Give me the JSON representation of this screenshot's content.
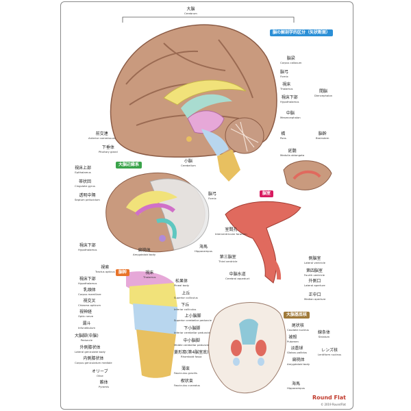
{
  "title_badge": {
    "jp": "脳の解剖学的区分（矢状断面）",
    "color": "#2b8fd6"
  },
  "sections": {
    "limbic": {
      "jp": "大脳辺縁系",
      "color": "#3aa34a"
    },
    "ventricle": {
      "jp": "脳室",
      "color": "#d81b60"
    },
    "brainstem": {
      "jp": "脳幹",
      "color": "#e8732a"
    },
    "basal": {
      "jp": "大脳基底核",
      "color": "#a07a3a"
    }
  },
  "labels": {
    "cerebrum": {
      "jp": "大脳",
      "en": "Cerebrum"
    },
    "corpus_callosum": {
      "jp": "脳梁",
      "en": "Corpus callosum"
    },
    "fornix": {
      "jp": "脳弓",
      "en": "Fornix"
    },
    "thalamus": {
      "jp": "視床",
      "en": "Thalamus"
    },
    "hypothalamus": {
      "jp": "視床下部",
      "en": "Hypothalamus"
    },
    "diencephalon": {
      "jp": "間脳",
      "en": "Diencephalon"
    },
    "mesencephalon": {
      "jp": "中脳",
      "en": "Mesencephalon"
    },
    "pons": {
      "jp": "橋",
      "en": "Pons"
    },
    "brainstem_lbl": {
      "jp": "脳幹",
      "en": "Brainstem"
    },
    "medulla": {
      "jp": "延髄",
      "en": "Medulla oblongata"
    },
    "anterior_commissure": {
      "jp": "前交連",
      "en": "Anterior commissure"
    },
    "pituitary": {
      "jp": "下垂体",
      "en": "Pituitary gland"
    },
    "cerebellum": {
      "jp": "小脳",
      "en": "Cerebellum"
    },
    "epithalamus": {
      "jp": "視床上部",
      "en": "Epithalamus"
    },
    "cingulate": {
      "jp": "帯状回",
      "en": "Cingulate gyrus"
    },
    "septum": {
      "jp": "透明中隔",
      "en": "Septum pellucidum"
    },
    "fornix2": {
      "jp": "脳弓",
      "en": "Fornix"
    },
    "hypothalamus2": {
      "jp": "視床下部",
      "en": "Hypothalamus"
    },
    "amygdala": {
      "jp": "扁桃体",
      "en": "Amygdaloid body"
    },
    "hippocampus": {
      "jp": "海馬",
      "en": "Hippocampus"
    },
    "interventricular": {
      "jp": "室間孔",
      "en": "Interventricular foramen"
    },
    "third_ventricle": {
      "jp": "第三脳室",
      "en": "Third ventricle"
    },
    "cerebral_aqueduct": {
      "jp": "中脳水道",
      "en": "Cerebral aqueduct"
    },
    "lateral_ventricle": {
      "jp": "側脳室",
      "en": "Lateral ventricle"
    },
    "fourth_ventricle": {
      "jp": "第四脳室",
      "en": "Fourth ventricle"
    },
    "lateral_aperture": {
      "jp": "外側口",
      "en": "Lateral aperture"
    },
    "median_aperture": {
      "jp": "正中口",
      "en": "Median aperture"
    },
    "optic_tract": {
      "jp": "視索",
      "en": "Tractus opticus"
    },
    "hypothalamus3": {
      "jp": "視床下部",
      "en": "Hypothalamus"
    },
    "mammillary": {
      "jp": "乳頭体",
      "en": "Corpus mamillare"
    },
    "chiasma": {
      "jp": "視交叉",
      "en": "Chiasma opticum"
    },
    "optic_nerve": {
      "jp": "視神経",
      "en": "Optic nerve"
    },
    "infundibulum": {
      "jp": "漏斗",
      "en": "Infundibulum"
    },
    "peduncle": {
      "jp": "大脳脚(中脳)",
      "en": "Peduncle"
    },
    "lateral_geniculate": {
      "jp": "外側膝状体",
      "en": "Lateral geniculate body"
    },
    "medial_geniculate": {
      "jp": "内側膝状体",
      "en": "Corpus geniculatum mediale"
    },
    "olive": {
      "jp": "オリーブ",
      "en": "Olive"
    },
    "pyramis": {
      "jp": "錐体",
      "en": "Pyramis"
    },
    "thalamus3": {
      "jp": "視床",
      "en": "Thalamus"
    },
    "pineal": {
      "jp": "松果体",
      "en": "Pineal body"
    },
    "sup_colliculus": {
      "jp": "上丘",
      "en": "Superior colliculus"
    },
    "inf_colliculus": {
      "jp": "下丘",
      "en": "Inferior colliculus"
    },
    "sup_peduncle": {
      "jp": "上小脳脚",
      "en": "Superior cerebellar peduncle"
    },
    "inf_peduncle": {
      "jp": "下小脳脚",
      "en": "Inferior cerebellar peduncle"
    },
    "mid_peduncle": {
      "jp": "中小脳脚",
      "en": "Middle cerebellar peduncle"
    },
    "rhomboid": {
      "jp": "菱形窩(第4脳室底)",
      "en": "Rhomboid fossa"
    },
    "gracilis": {
      "jp": "薄束",
      "en": "Fasciculus gracilis"
    },
    "cuneatus": {
      "jp": "楔状束",
      "en": "Fasciculus cuneatus"
    },
    "caudate": {
      "jp": "尾状核",
      "en": "Caudate nucleus"
    },
    "striatum": {
      "jp": "線条体",
      "en": "Striatum"
    },
    "putamen": {
      "jp": "被殻",
      "en": "Putamen"
    },
    "globus": {
      "jp": "淡蒼球",
      "en": "Globus pallidus"
    },
    "lentiform": {
      "jp": "レンズ核",
      "en": "Lentiform nucleus"
    },
    "amygdala2": {
      "jp": "扁桃体",
      "en": "Amygdaloid body"
    },
    "hippocampus2": {
      "jp": "海馬",
      "en": "Hippocampus"
    }
  },
  "brand": "Round Flat",
  "copyright": "© 2019 RoundFlat"
}
